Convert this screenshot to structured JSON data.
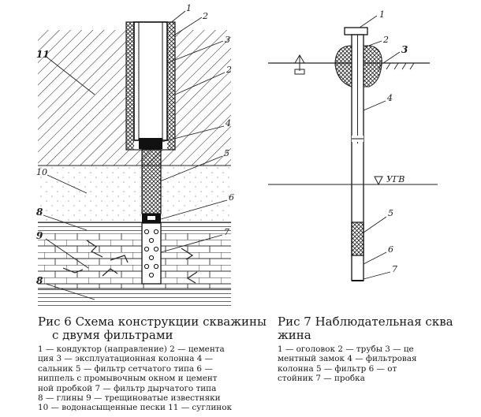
{
  "fig6": {
    "labels": {
      "l1": "1",
      "l2a": "2",
      "l3": "3",
      "l2b": "2",
      "l4": "4",
      "l5": "5",
      "l6": "6",
      "l7": "7",
      "l8a": "8",
      "l8b": "8",
      "l9": "9",
      "l10": "10",
      "l11": "11"
    },
    "caption_title": [
      "Рис 6 Схема конструкции скважины",
      "с двумя фильтрами"
    ],
    "caption_legend": [
      "1 — кондуктор (направление) 2 — цемента",
      "ция 3 — эксплуатационная колонна 4 —",
      "сальник 5 — фильтр сетчатого типа 6 —",
      "ниппель с промывочным окном и цемент",
      "ной пробкой 7 — фильтр дырчатого типа",
      "8 — глины 9 — трещиноватые известняки",
      "10 — водонасыщенные пески 11 — суглинок"
    ]
  },
  "fig7": {
    "labels": {
      "l1": "1",
      "l2": "2",
      "l3": "3",
      "l4": "4",
      "l5": "5",
      "l6": "6",
      "l7": "7",
      "ugv": "УГВ"
    },
    "caption_title": [
      "Рис 7 Наблюдательная сква",
      "жина"
    ],
    "caption_legend": [
      "1 — оголовок 2 — трубы 3 — це",
      "ментный замок 4 — фильтровая",
      "колонна 5 — фильтр 6 — от",
      "стойник 7 — пробка"
    ]
  }
}
